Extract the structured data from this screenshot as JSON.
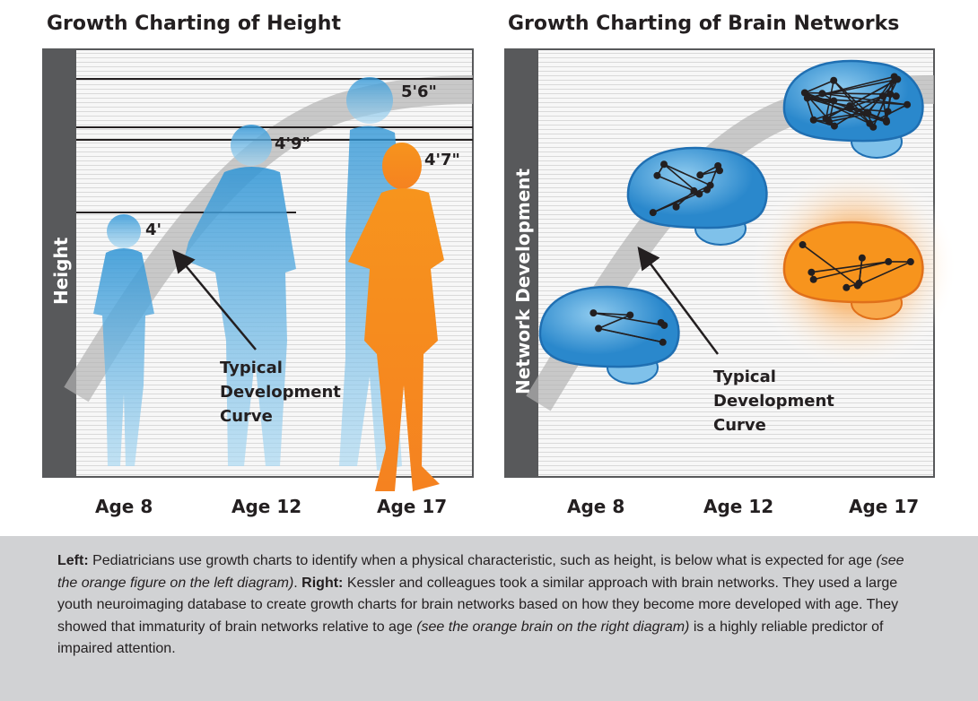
{
  "left": {
    "title": "Growth Charting of Height",
    "axis_label": "Height",
    "heights": [
      "5'6\"",
      "4'9\"",
      "4'7\"",
      "4'"
    ],
    "curve_label": [
      "Typical",
      "Development",
      "Curve"
    ],
    "ages": [
      "Age 8",
      "Age 12",
      "Age 17"
    ]
  },
  "right": {
    "title": "Growth Charting of Brain Networks",
    "axis_label": "Network Development",
    "curve_label": [
      "Typical",
      "Development",
      "Curve"
    ],
    "ages": [
      "Age 8",
      "Age 12",
      "Age 17"
    ]
  },
  "caption": {
    "left_label": "Left:",
    "left_text": " Pediatricians use growth charts to identify when a physical characteristic, such as height, is below what is expected for age ",
    "left_italic": "(see the orange figure on the left diagram)",
    "sep": ". ",
    "right_label": "Right:",
    "right_text": " Kessler and colleagues took a similar approach with brain networks. They used a large youth neuroimaging database to create growth charts for brain networks based on how they become more developed with age. They showed that immaturity of brain networks relative to age ",
    "right_italic": "(see the orange brain on the right diagram)",
    "end_text": " is a highly reliable predictor of impaired attention."
  },
  "colors": {
    "blue": "#4aa6dc",
    "orange": "#f7941d",
    "axis": "#58595b",
    "caption_bg": "#d1d2d4"
  }
}
